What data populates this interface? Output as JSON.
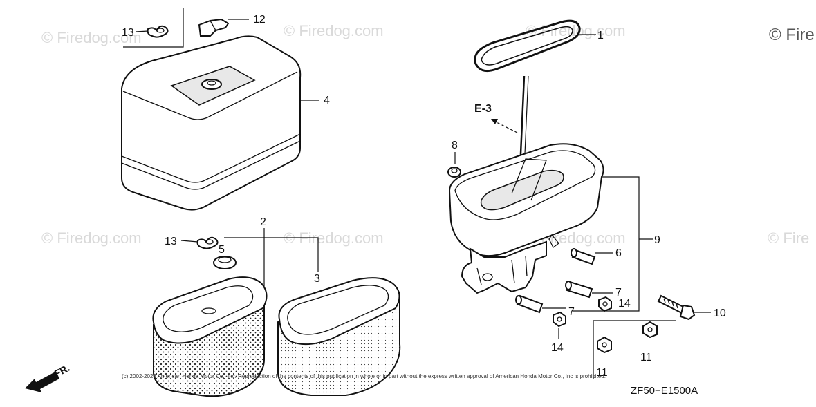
{
  "watermark": {
    "text": "© Firedog.com",
    "right_text": "© Fire"
  },
  "parts": {
    "p1": "1",
    "p2": "2",
    "p3": "3",
    "p4": "4",
    "p5": "5",
    "p6": "6",
    "p7a": "7",
    "p7b": "7",
    "p8": "8",
    "p9": "9",
    "p10": "10",
    "p11a": "11",
    "p11b": "11",
    "p12": "12",
    "p13a": "13",
    "p13b": "13",
    "p14a": "14",
    "p14b": "14"
  },
  "reference": "E-3",
  "direction": "FR.",
  "diagram_code": "ZF50−E1500A",
  "copyright": "(c) 2002-2023 American Honda Motor Co., Inc. Reproduction of the contents of this publication in whole or in part without the express written approval of American Honda Motor Co., Inc is prohibited."
}
